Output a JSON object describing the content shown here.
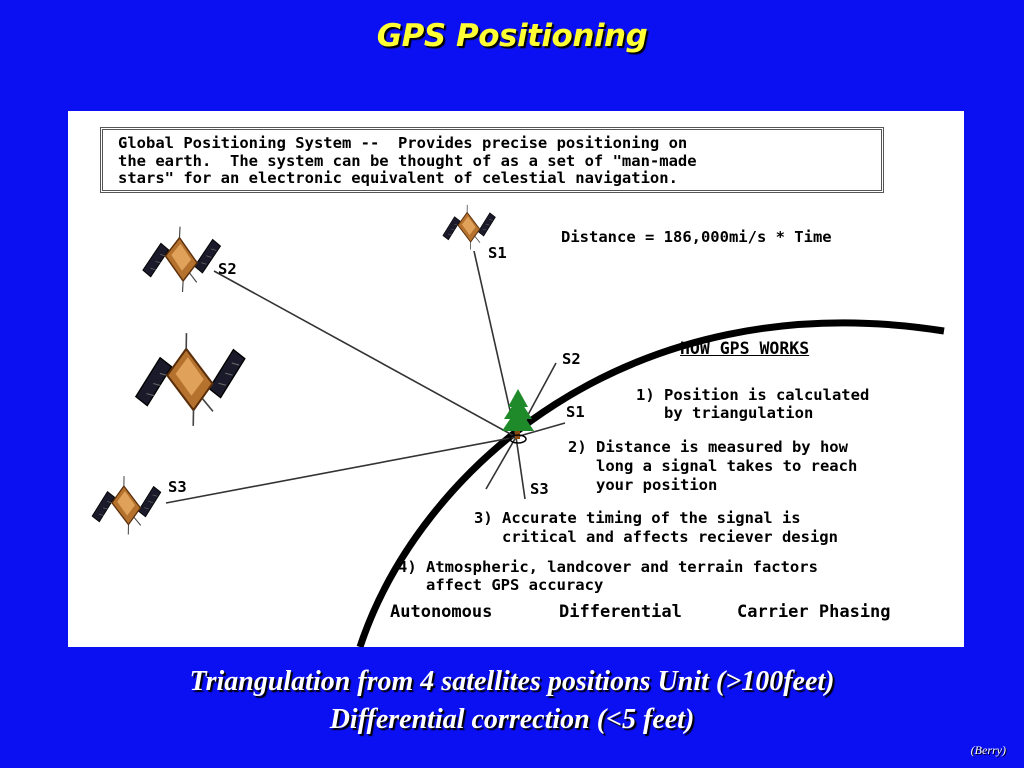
{
  "slide": {
    "title": "GPS Positioning",
    "caption_line1": "Triangulation from 4 satellites positions Unit (>100feet)",
    "caption_line2": "Differential correction (<5 feet)",
    "credit": "Berry",
    "background_color": "#0a10f2",
    "title_color": "#ffff33"
  },
  "diagram": {
    "intro_lines": [
      "Global Positioning System --  Provides precise positioning on",
      "the earth.  The system can be thought of as a set of \"man-made",
      "stars\" for an electronic equivalent of celestial navigation."
    ],
    "formula": "Distance = 186,000mi/s * Time",
    "heading": "HOW GPS WORKS",
    "points": [
      "1) Position is calculated",
      "   by triangulation",
      "2) Distance is measured by how",
      "   long a signal takes to reach",
      "   your position",
      "3) Accurate timing of the signal is",
      "   critical and affects reciever design",
      "4) Atmospheric, landcover and terrain factors",
      "   affect GPS accuracy"
    ],
    "methods": [
      "Autonomous",
      "Differential",
      "Carrier Phasing"
    ],
    "satellite_labels": {
      "s1": "S1",
      "s2": "S2",
      "s3": "S3"
    },
    "receiver_labels": {
      "s1": "S1",
      "s2": "S2",
      "s3": "S3"
    },
    "icons": [
      "satellite-icon",
      "tree-icon",
      "earth-horizon"
    ]
  }
}
